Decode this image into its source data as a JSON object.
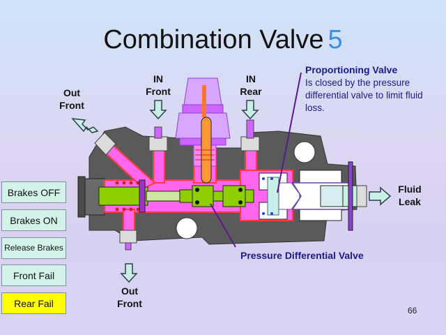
{
  "title": {
    "text": "Combination Valve",
    "number": "5"
  },
  "labels": {
    "out_front_top": [
      "Out",
      "Front"
    ],
    "in_front": [
      "IN",
      "Front"
    ],
    "in_rear": [
      "IN",
      "Rear"
    ],
    "out_front_bottom": [
      "Out",
      "Front"
    ],
    "fluid_leak": [
      "Fluid",
      "Leak"
    ]
  },
  "proportioning_valve": {
    "title": "Proportioning Valve",
    "description": "Is closed by the pressure differential valve to limit fluid loss."
  },
  "pressure_differential_label": "Pressure Differential Valve",
  "buttons": [
    {
      "label": "Brakes OFF",
      "active": false
    },
    {
      "label": "Brakes ON",
      "active": false
    },
    {
      "label": "Release Brakes",
      "active": false
    },
    {
      "label": "Front Fail",
      "active": false
    },
    {
      "label": "Rear Fail",
      "active": true
    }
  ],
  "page_number": "66",
  "colors": {
    "body": "#5a5a5a",
    "fluid": "#ff66ee",
    "outline": "#ff3b3b",
    "piston": "#8fce00",
    "arrow_fill": "#c8f0e6",
    "arrow_stroke": "#2f3f4a",
    "metering_cap": "#cc66ff",
    "highlight_button": "#ffff00",
    "label_blue": "#1a1a8a"
  }
}
